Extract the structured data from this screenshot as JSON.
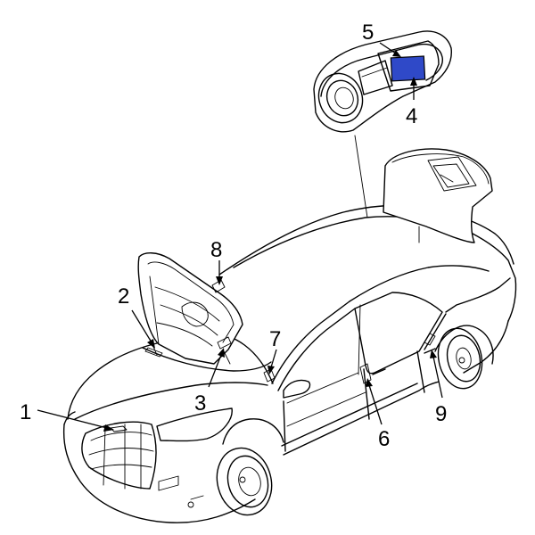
{
  "diagram": {
    "highlight_color": "#2f49c8",
    "callouts": {
      "c1": "1",
      "c2": "2",
      "c3": "3",
      "c4": "4",
      "c5": "5",
      "c6": "6",
      "c7": "7",
      "c8": "8",
      "c9": "9"
    }
  }
}
